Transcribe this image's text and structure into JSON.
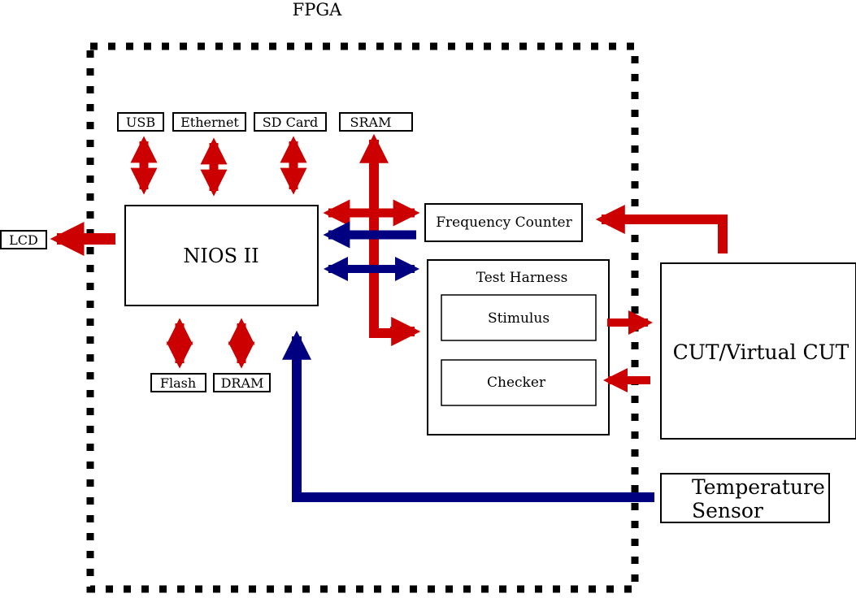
{
  "title": "FPGA",
  "blocks": {
    "usb": "USB",
    "ethernet": "Ethernet",
    "sdcard": "SD Card",
    "sram": "SRAM",
    "lcd": "LCD",
    "nios": "NIOS II",
    "freq": "Frequency Counter",
    "harness": "Test Harness",
    "stimulus": "Stimulus",
    "checker": "Checker",
    "cut": "CUT/Virtual CUT",
    "temp_line1": "Temperature",
    "temp_line2": "Sensor",
    "flash": "Flash",
    "dram": "DRAM"
  },
  "colors": {
    "red_arrow": "#cc0000",
    "blue_arrow": "#000080",
    "border": "#000000"
  }
}
